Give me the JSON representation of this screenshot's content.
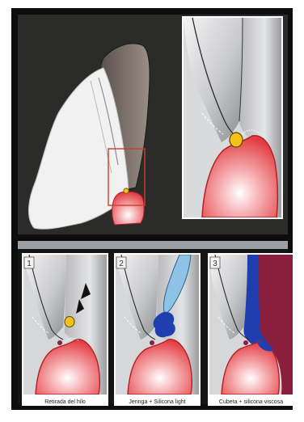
{
  "panels": [
    {
      "number": "1",
      "caption": "Retirada del hilo"
    },
    {
      "number": "2",
      "caption": "Jeringa + Silicona light"
    },
    {
      "number": "3",
      "caption": "Cubeta + silicona viscosa"
    }
  ],
  "colors": {
    "frame": "#0d0d0d",
    "top_background": "#2b2c2a",
    "separator": "#9aa0a6",
    "bottom_background": "#141414",
    "tooth_gray": "#c9cacc",
    "gingiva_red": "#e23a3f",
    "cord_yellow": "#f2c21a",
    "light_silicone": "#8fc3e6",
    "dark_blue": "#1f3fae",
    "viscous_maroon": "#8a1f3d",
    "arrow_black": "#111111"
  },
  "icons": [
    "arrow-up-right-icon"
  ]
}
